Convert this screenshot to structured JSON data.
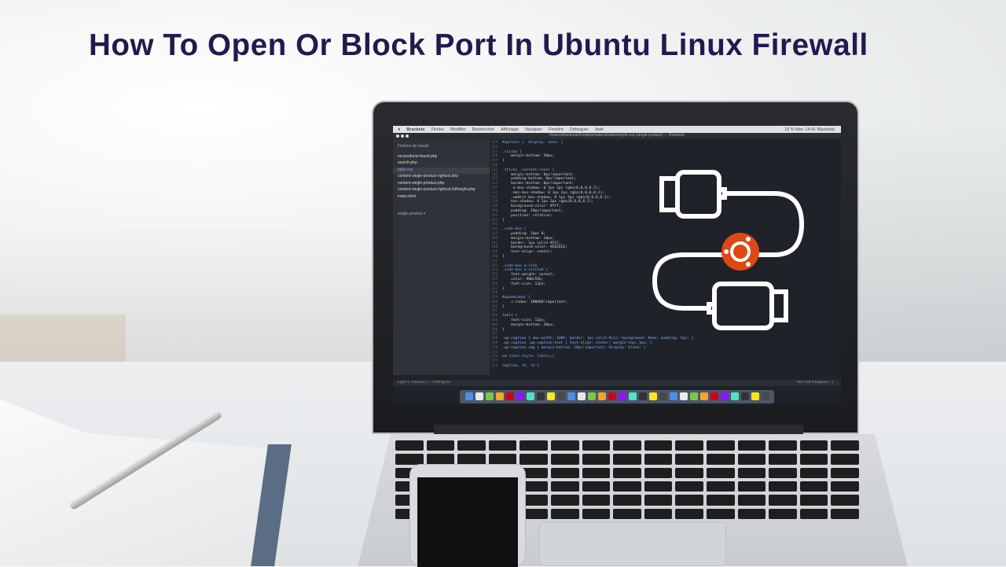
{
  "title": "How To Open Or Block Port In Ubuntu Linux Firewall",
  "colors": {
    "title": "#221a4f",
    "ubuntu_orange": "#dd4814",
    "editor_bg": "#1f2228"
  },
  "editor": {
    "menu": [
      "Brackets",
      "Fichier",
      "Modifier",
      "Rechercher",
      "Affichage",
      "Naviguer",
      "Fenêtre",
      "Déboguer",
      "Aide"
    ],
    "menu_right": "18 %   Mer. 14:41   Macbook",
    "window_title": "/Users/Macbook/Desktop/salient/salient/style.css (single-product) — Brackets",
    "sidebar_heading": "Fichiers de travail",
    "files": [
      "no-products-found.php",
      "search.php",
      "style.css",
      "content-single-product-rightcol.php",
      "content-single-product.php",
      "content-single-product-rightcol-fullheight.php",
      "index.html"
    ],
    "selected_file": 2,
    "project": "single-product ▾",
    "code": [
      [
        "223",
        "#wpstats {  display: none; }"
      ],
      [
        "224",
        ""
      ],
      [
        "227",
        ".sticky {"
      ],
      [
        "228",
        "    margin-bottom: 50px;"
      ],
      [
        "229",
        "}"
      ],
      [
        "230",
        ""
      ],
      [
        "231",
        ".sticky .content-inner {"
      ],
      [
        "232",
        "    margin-bottom: 0px!important;"
      ],
      [
        "233",
        "    padding-bottom: 0px!important;"
      ],
      [
        "234",
        "    border-bottom: 0px!important;"
      ],
      [
        "235",
        "    -o-box-shadow: 0 1px 2px rgba(0,0,0,0.2);"
      ],
      [
        "236",
        "    -moz-box-shadow: 0 1px 2px rgba(0,0,0,0.2);"
      ],
      [
        "237",
        "    -webkit-box-shadow: 0 1px 2px rgba(0,0,0,0.2);"
      ],
      [
        "238",
        "    box-shadow: 0 1px 2px rgba(0,0,0,0.2);"
      ],
      [
        "239",
        "    background-color: #fff;"
      ],
      [
        "240",
        "    padding: 20px!important;"
      ],
      [
        "241",
        "    position: relative;"
      ],
      [
        "242",
        "}"
      ],
      [
        "243",
        ""
      ],
      [
        "244",
        ".side-box {"
      ],
      [
        "245",
        "    padding: 10px 0;"
      ],
      [
        "246",
        "    margin-bottom: 10px;"
      ],
      [
        "247",
        "    border: 1px solid #CCC;"
      ],
      [
        "248",
        "    background-color: #EEEEEE;"
      ],
      [
        "249",
        "    text-align: center;"
      ],
      [
        "250",
        "}"
      ],
      [
        "251",
        ""
      ],
      [
        "252",
        ".side-box a:link,"
      ],
      [
        "253",
        ".side-box a:visited {"
      ],
      [
        "254",
        "    font-weight: normal;"
      ],
      [
        "255",
        "    color: #06c55b;"
      ],
      [
        "256",
        "    font-size: 12px;"
      ],
      [
        "257",
        "}"
      ],
      [
        "258",
        ""
      ],
      [
        "259",
        "#wpadminbar {"
      ],
      [
        "260",
        "    z-index: 100000!important;"
      ],
      [
        "261",
        "}"
      ],
      [
        "262",
        ""
      ],
      [
        "263",
        "table {"
      ],
      [
        "264",
        "    font-size: 12px;"
      ],
      [
        "265",
        "    margin-bottom: 20px;"
      ],
      [
        "266",
        "}"
      ],
      [
        "267",
        ""
      ],
      [
        "268",
        ".wp-caption { max-width: 100%; border: 1px solid #ccc; background: #eee; padding: 5px; }"
      ],
      [
        "269",
        ".wp-caption .wp-caption-text { text-align: center; margin-top: 5px; }"
      ],
      [
        "270",
        ".wp-caption img { margin-bottom: 10px!important; display: block; }"
      ],
      [
        "271",
        ""
      ],
      [
        "272",
        "em {font-style: italic;}"
      ],
      [
        "273",
        ""
      ],
      [
        "274",
        "caption, th, td {"
      ]
    ],
    "status": "Ligne 1, colonne 1 — 1749 lignes",
    "status_right": "INS   CSS ▾   Espaces : 4"
  }
}
